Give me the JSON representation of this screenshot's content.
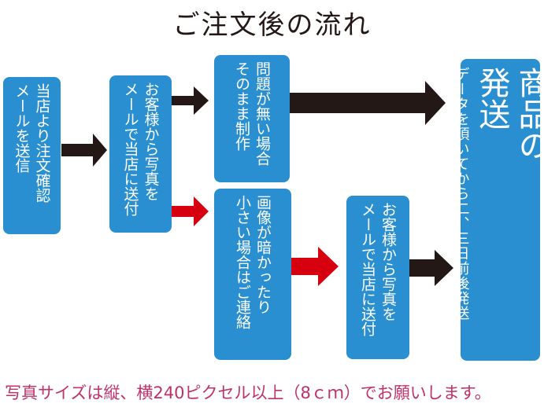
{
  "title": "ご注文後の流れ",
  "boxes": {
    "notify": [
      "当店より注文確認",
      "メールを送信"
    ],
    "send_photo_1": [
      "お客様から写真を",
      "メールで当店に送付"
    ],
    "no_problem": [
      "問題が無い場合",
      "そのまま制作"
    ],
    "small_image": [
      "画像が暗かったり",
      "小さい場合はご連絡"
    ],
    "send_photo_2": [
      "お客様から写真を",
      "メールで当店に送付"
    ],
    "ship": {
      "heading": [
        "商品の",
        "発送"
      ],
      "sub": "データを頂いてから二、三日前後発送"
    }
  },
  "footer": "写真サイズは縦、横240ピクセル以上（8ｃｍ）でお願いします。",
  "colors": {
    "box": "#2A8FD0",
    "arrow_dark": "#231815",
    "arrow_red": "#D7000F",
    "footer": "#C0306B"
  }
}
